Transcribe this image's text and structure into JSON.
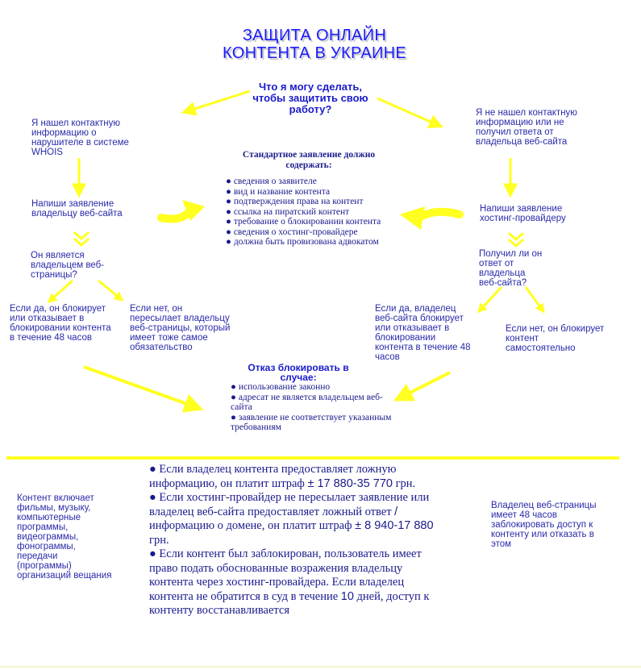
{
  "title": {
    "line1": "ЗАЩИТА ОНЛАЙН",
    "line2": "КОНТЕНТА В УКРАИНЕ"
  },
  "question": "Что я могу сделать, чтобы защитить свою работу?",
  "left_branch": {
    "found_contact": "Я нашел контактную информацию о нарушителе в системе WHOIS",
    "write_owner": "Напиши заявление владельцу веб-сайта",
    "is_owner": "Он является владельцем веб-страницы?",
    "if_yes": "Если да, он блокирует или отказывает в блокировании контента в течение 48 часов",
    "if_no": "Если нет, он пересылает владельцу веб-страницы, который имеет тоже самое обязательство"
  },
  "right_branch": {
    "not_found": "Я не нашел контактную информацию или не получил ответа от владельца веб-сайта",
    "write_hosting": "Напиши заявление хостинг-провайдеру",
    "got_response": "Получил ли он ответ от владельца веб-сайта?",
    "if_yes": "Если да, владелец веб-сайта блокирует или отказывает в блокировании контента в течение 48 часов",
    "if_no": "Если нет, он блокирует контент самостоятельно"
  },
  "statement": {
    "heading": "Стандартное заявление должно содержать:",
    "items": [
      "сведения о заявителе",
      "вид и название контента",
      "подтверждения права на контент",
      "ссылка на пиратский контент",
      "требование о блокировании контента",
      "сведения о хостинг-провайдере",
      "должна быть провизована адвокатом"
    ]
  },
  "refusal": {
    "heading": "Отказ блокировать в случае:",
    "items": [
      "использование законно",
      "адресат не является владельцем веб-сайта",
      "заявление не соответствует указанным требованиям"
    ]
  },
  "bottom": {
    "left_note": "Контент включает фильмы, музыку, компьютерные программы, видеограммы, фонограммы, передачи (программы) организаций вещания",
    "right_note": "Владелец веб-страницы имеет 48 часов заблокировать доступ к контенту или отказать в этом",
    "p1_a": "Если владелец контента предоставляет ложную информацию, он платит штраф ",
    "p1_amount": "± 17 880-35 770",
    "p1_b": " грн.",
    "p2_a": "Если хостинг-провайдер не пересылает заявление или владелец веб-сайта предоставляет ложный ответ ",
    "p2_slash": "/",
    "p2_b": " информацию о домене, он платит штраф ",
    "p2_amount": "± 8 940-17 880",
    "p2_c": " грн.",
    "p3_a": "Если контент был заблокирован, пользователь имеет право подать обоснованные возражения владельцу контента через хостинг-провайдера. Если владелец контента не обратится в суд в течение ",
    "p3_days": "10",
    "p3_b": " дней, доступ к контенту восстанавливается"
  },
  "colors": {
    "accent_yellow": "#ffff20",
    "text_blue": "#1a1aff",
    "text_dark_blue": "#1a1a8c"
  }
}
